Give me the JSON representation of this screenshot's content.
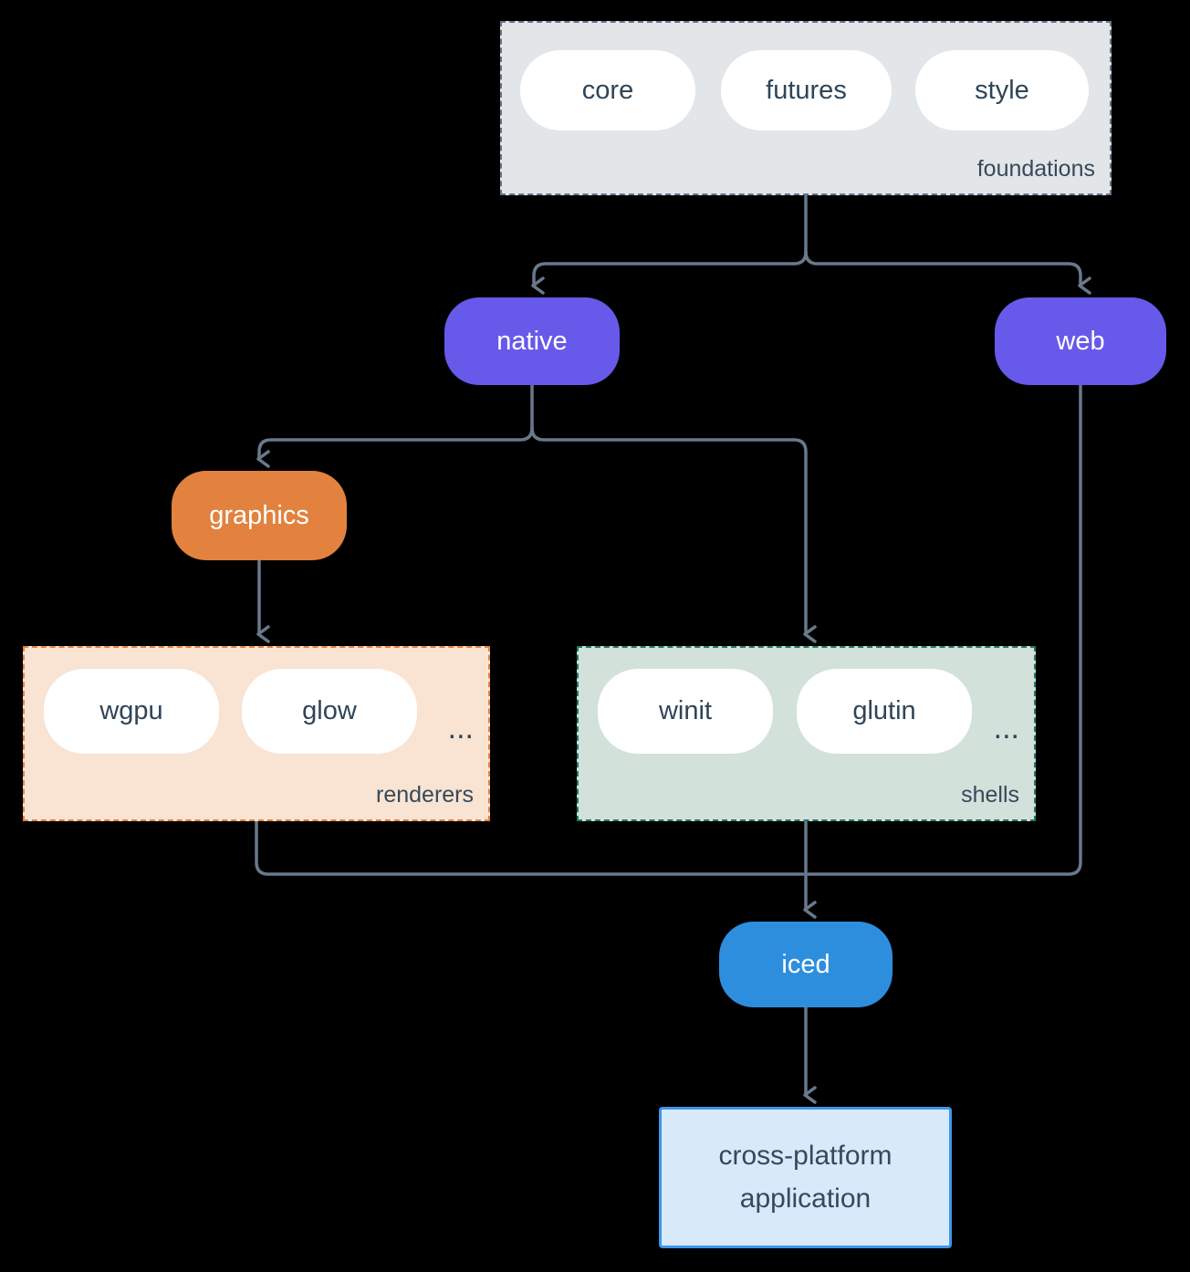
{
  "groups": {
    "foundations": {
      "label": "foundations",
      "items": [
        "core",
        "futures",
        "style"
      ]
    },
    "renderers": {
      "label": "renderers",
      "items": [
        "wgpu",
        "glow"
      ],
      "ellipsis": "..."
    },
    "shells": {
      "label": "shells",
      "items": [
        "winit",
        "glutin"
      ],
      "ellipsis": "..."
    }
  },
  "nodes": {
    "native": {
      "label": "native"
    },
    "web": {
      "label": "web"
    },
    "graphics": {
      "label": "graphics"
    },
    "iced": {
      "label": "iced"
    },
    "application": {
      "label": "cross-platform application"
    }
  },
  "colors": {
    "background": "#000000",
    "arrow": "#68798b",
    "text_dark": "#2f4557",
    "node_purple": "#6759e9",
    "node_orange": "#e2823e",
    "node_blue": "#2e8ede",
    "pill_fill": "#ffffff",
    "foundations_fill": "#e2e6e9",
    "foundations_border": "#64748a",
    "renderers_fill": "#f9e3d3",
    "renderers_border": "#e2823e",
    "shells_fill": "#d2e1da",
    "shells_border": "#1f7a68",
    "app_fill": "#d8e9f9",
    "app_border": "#3e96ea"
  }
}
